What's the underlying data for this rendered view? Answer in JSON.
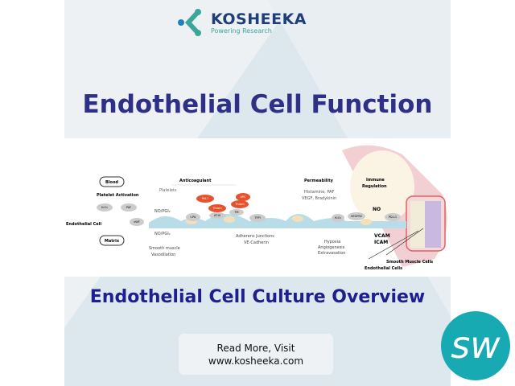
{
  "logo": {
    "brand": "KOSHEEKA",
    "tagline": "Powering Research"
  },
  "title": "Endothelial Cell Function",
  "diagram": {
    "blood": "Blood",
    "matrix": "Matrix",
    "endothelial_cell": "Endothelial Cell",
    "platelet_activation": "Platelet Activation",
    "platelets": "Platelets",
    "no_pgi_top": "NO/PGI₂",
    "no_pgi_bottom": "NO/PGI₂",
    "smooth_muscle": "Smooth muscle",
    "vasodilation": "Vasodilation",
    "anticoagulant": "Anticoagulant",
    "adherens": "Adherens Junctions",
    "ve_cadherin": "VE-Cadherin",
    "permeability": "Permeability",
    "histamine": "Histamine, PAF",
    "vegf": "VEGF, Bradykinin",
    "hypoxia": "Hypoxia",
    "angiogenesis": "Angiogenesis",
    "extravasation": "Extravasation",
    "immune": "Immune",
    "regulation": "Regulation",
    "no": "NO",
    "vcam": "VCAM",
    "icam": "ICAM",
    "smooth_muscle_cells": "Smooth Muscle Cells",
    "endothelial_cells": "Endothelial Cells",
    "labels": {
      "paf": "PAF",
      "vwf": "vWF",
      "tpa": "t-PA",
      "pai": "PAI-1",
      "thrombin": "Throm",
      "at3": "AT-III",
      "apc": "APC",
      "tm": "TM",
      "tfpi": "TFPI",
      "vegfr2": "VEGFR2",
      "pdl1": "PD-L1",
      "h2o2": "H₂O₂"
    }
  },
  "subtitle": "Endothelial Cell Culture Overview",
  "cta": {
    "line1": "Read More, Visit",
    "line2": "www.kosheeka.com"
  },
  "watermark": "sw"
}
